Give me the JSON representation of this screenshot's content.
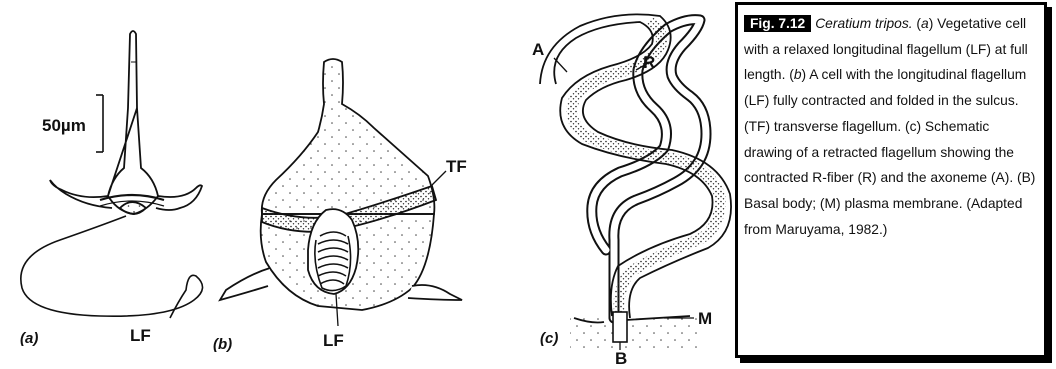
{
  "panel_a": {
    "panel_label": "(a)",
    "scale_label": "50µm",
    "lf_label": "LF"
  },
  "panel_b": {
    "panel_label": "(b)",
    "tf_label": "TF",
    "lf_label": "LF"
  },
  "panel_c": {
    "panel_label": "(c)",
    "a_label": "A",
    "r_label": "R",
    "m_label": "M",
    "b_label": "B"
  },
  "caption": {
    "fig_number": "Fig. 7.12",
    "species": "Ceratium tripos.",
    "part1": " (",
    "a_letter": "a",
    "part2": ") Vegetative cell with a relaxed longitudinal flagellum (LF) at full length. (",
    "b_letter": "b",
    "part3": ") A cell with the longitudinal flagellum (LF) fully contracted and folded in the sulcus. (TF) transverse flagellum. (c) Schematic drawing of a retracted flagellum showing the contracted R-fiber (R) and the axoneme (A). (B) Basal body; (M) plasma membrane. (Adapted from Maruyama, 1982.)"
  }
}
